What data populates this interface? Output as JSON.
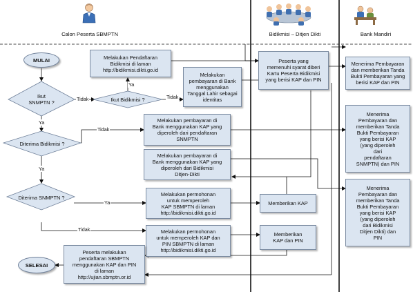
{
  "lanes": {
    "peserta": "Calon Peserta SBMPTN",
    "dikti": "Bidikmisi – Ditjen Dikti",
    "bank": "Bank Mandiri"
  },
  "terminals": {
    "start": "MULAI",
    "end": "SELESAI"
  },
  "decisions": {
    "snmptn": "Ikut\nSNMPTN ?",
    "bidikmisi": "Ikut Bidikmisi ?",
    "diterima_bidikmisi": "Diterima Bidikmisi ?",
    "diterima_snmptn": "Diterima SNMPTN ?"
  },
  "edges": {
    "tidak": "Tidak",
    "ya": "Ya"
  },
  "process": {
    "daftar_bidikmisi": "Melakukan Pendaftaran\nBidikmisi di laman\nhttp://bidikmisi.dikti.go.id",
    "bayar_bank_lahir": "Melakukan\npembayaran di Bank\nmenggunakan\nTanggal Lahir sebagai\nidentitas",
    "bayar_kap_snmptn": "Melakukan pembayaran di\nBank menggunakan KAP yang\ndiperoleh dari pendaftaran\nSNMPTN",
    "bayar_kap_bidikmisi": "Melakukan pembayaran di\nBank menggunakan KAP yang\ndiperoleh dari Bidikmisi\nDitjen-Dikti",
    "mohon_kap": "Melakukan permohonan\nuntuk memperoleh\nKAP SBMPTN di laman\nhttp://bidikmisi.dikti.go.id",
    "mohon_kap_pin": "Melakukan permohonan\nuntuk memperoleh KAP dan\nPIN SBMPTN di laman\nhttp://bidikmisi.dikti.go.id",
    "daftar_sbmptn": "Peserta melakukan\npendaftaran SBMPTN\nmenggunakan KAP dan PIN\ndi laman\nhttp://ujian.sbmptn.or.id",
    "kartu_peserta": "Peserta yang\nmemenuhi syarat diberi\nKartu Peserta Bidikmisi\nyang berisi KAP dan PIN",
    "beri_kap": "Memberikan KAP",
    "beri_kap_pin": "Memberikan\nKAP dan PIN",
    "bank_terima_1": "Menerima Pembayaran\ndan memberikan Tanda\nBukti Pembayaran yang\nberisi KAP dan PIN",
    "bank_terima_2": "Menerima\nPembayaran dan\nmemberikan Tanda\nBukti Pembayaran\nyang berisi KAP\n(yang diperoleh\ndari\npendaftaran\nSNMPTN)  dan PIN",
    "bank_terima_3": "Menerima\nPembayaran dan\nmemberikan Tanda\nBukti Pembayaran\nyang berisi KAP\n(yang diperoleh\ndari Bidikmisi\nDitjen Dikti)  dan\nPIN"
  },
  "icons": [
    "person-icon",
    "meeting-group-icon",
    "bank-teller-icon"
  ]
}
